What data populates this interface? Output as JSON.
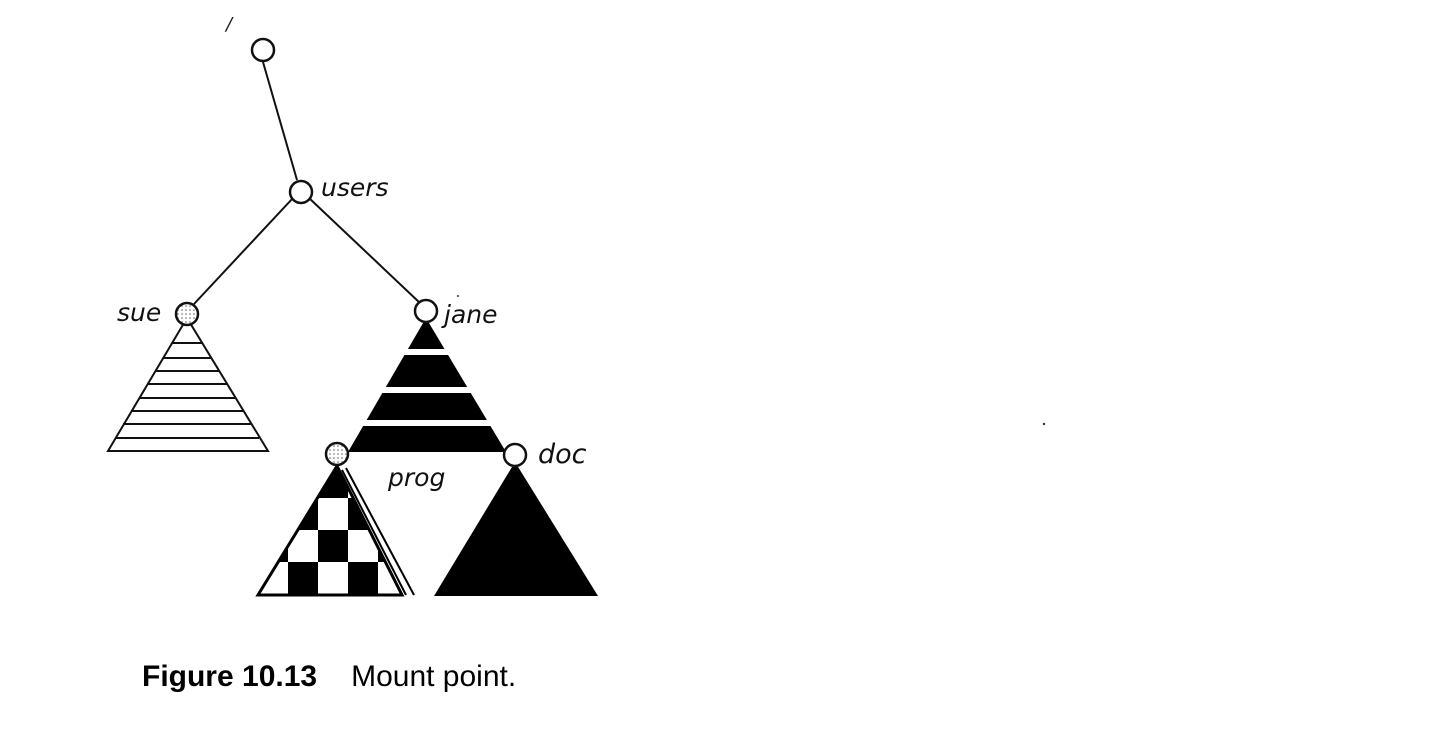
{
  "diagram": {
    "root_label": "/",
    "nodes": {
      "users": "users",
      "sue": "sue",
      "jane": "jane",
      "prog": "prog",
      "doc": "doc"
    }
  },
  "caption": {
    "number": "Figure 10.13",
    "text": "Mount point."
  }
}
